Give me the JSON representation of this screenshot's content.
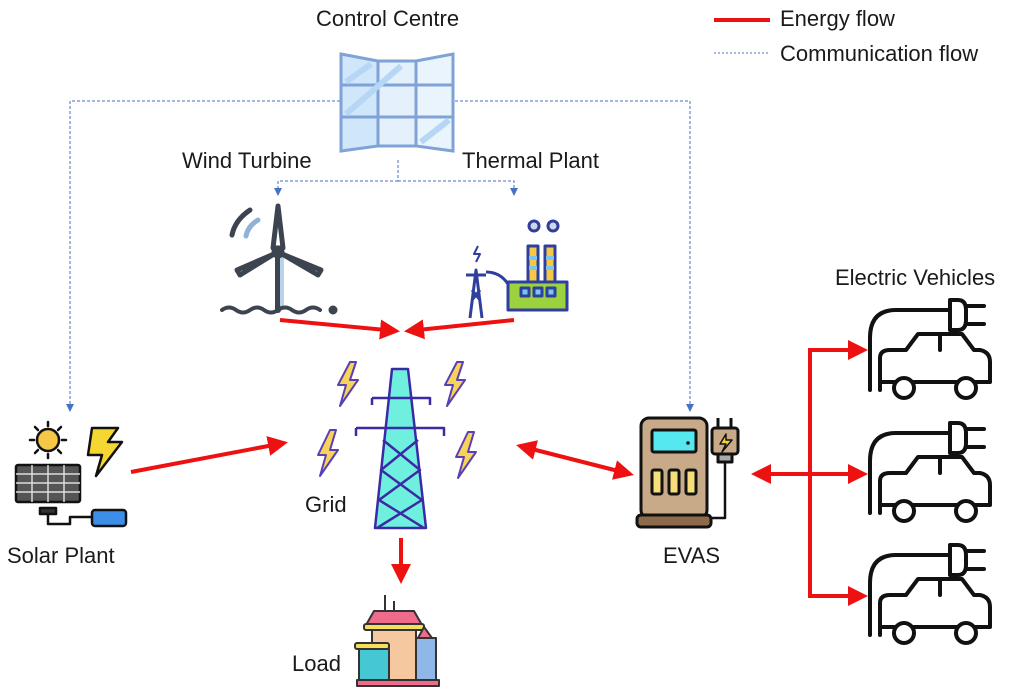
{
  "legend": {
    "energy_flow": "Energy flow",
    "communication_flow": "Communication flow",
    "energy_color": "#ee1111",
    "communication_color": "#4472c4"
  },
  "nodes": {
    "control_centre": {
      "label": "Control Centre",
      "icon": "video-wall-icon"
    },
    "wind_turbine": {
      "label": "Wind Turbine",
      "icon": "wind-turbine-icon"
    },
    "thermal_plant": {
      "label": "Thermal Plant",
      "icon": "thermal-plant-icon"
    },
    "solar_plant": {
      "label": "Solar Plant",
      "icon": "solar-panel-icon"
    },
    "grid": {
      "label": "Grid",
      "icon": "transmission-tower-icon"
    },
    "load": {
      "label": "Load",
      "icon": "buildings-icon"
    },
    "evas": {
      "label": "EVAS",
      "icon": "charging-station-icon"
    },
    "electric_vehicles": {
      "label": "Electric Vehicles",
      "icon": "electric-car-icon",
      "count": 3
    }
  },
  "edges": {
    "energy": [
      {
        "from": "wind_turbine",
        "to": "grid",
        "direction": "one-way"
      },
      {
        "from": "thermal_plant",
        "to": "grid",
        "direction": "one-way"
      },
      {
        "from": "solar_plant",
        "to": "grid",
        "direction": "one-way"
      },
      {
        "from": "grid",
        "to": "load",
        "direction": "one-way"
      },
      {
        "from": "grid",
        "to": "evas",
        "direction": "two-way"
      },
      {
        "from": "evas",
        "to": "electric_vehicles",
        "direction": "two-way"
      }
    ],
    "communication": [
      {
        "from": "control_centre",
        "to": "wind_turbine"
      },
      {
        "from": "control_centre",
        "to": "thermal_plant"
      },
      {
        "from": "control_centre",
        "to": "solar_plant"
      },
      {
        "from": "control_centre",
        "to": "evas"
      }
    ]
  }
}
